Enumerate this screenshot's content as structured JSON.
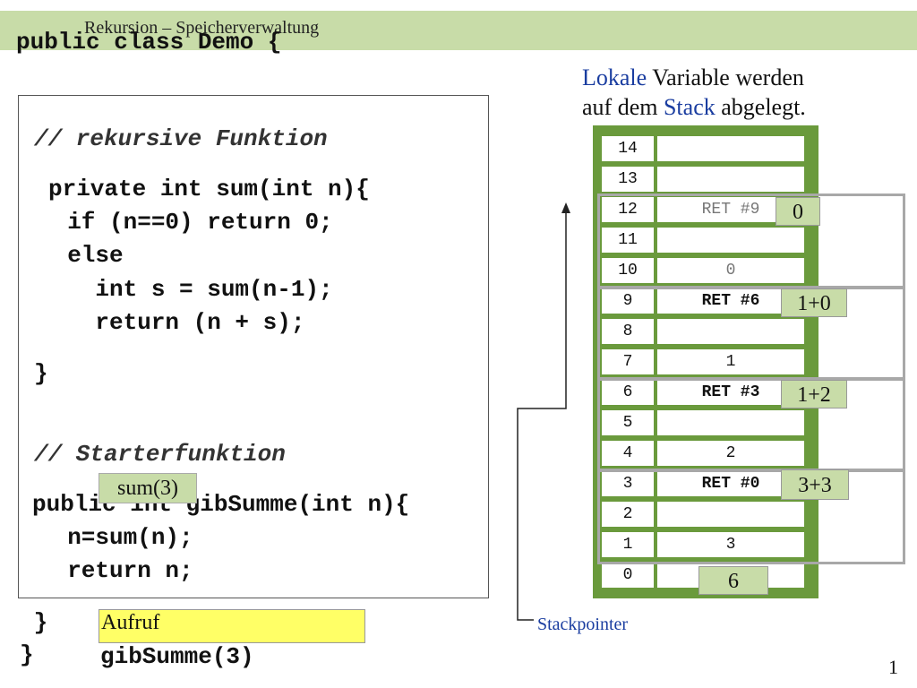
{
  "header": {
    "title": "Rekursion – Speicherverwaltung"
  },
  "code": {
    "class_line": "public class Demo {",
    "comment1": "// rekursive Funktion",
    "lines": [
      "private int sum(int n){",
      "  if (n==0) return 0;",
      "  else",
      "    int s = sum(n-1);",
      "    return (n + s);"
    ],
    "close1": "}",
    "comment2": "// Starterfunktion",
    "gib_line": "public int gibSumme(int n){",
    "gib_body1": "  n=sum(n);",
    "gib_body2": "  return n;",
    "close2": " }",
    "close3": "}"
  },
  "sum_label": "sum(3)",
  "aufruf": {
    "line1": "Aufruf",
    "line2": "gibSumme(3)"
  },
  "note": {
    "w_lokale": "Lokale",
    "w_variable": " Variable werden",
    "w_auf": "auf dem ",
    "w_stack": "Stack",
    "w_abgelegt": " abgelegt."
  },
  "stack": {
    "rows": [
      {
        "index": "14",
        "value": ""
      },
      {
        "index": "13",
        "value": ""
      },
      {
        "index": "12",
        "value": "RET #9"
      },
      {
        "index": "11",
        "value": ""
      },
      {
        "index": "10",
        "value": "0"
      },
      {
        "index": "9",
        "value": "RET #6"
      },
      {
        "index": "8",
        "value": ""
      },
      {
        "index": "7",
        "value": "1"
      },
      {
        "index": "6",
        "value": "RET #3"
      },
      {
        "index": "5",
        "value": ""
      },
      {
        "index": "4",
        "value": "2"
      },
      {
        "index": "3",
        "value": "RET #0"
      },
      {
        "index": "2",
        "value": ""
      },
      {
        "index": "1",
        "value": "3"
      },
      {
        "index": "0",
        "value": ""
      }
    ]
  },
  "results": {
    "r12": "0",
    "r9": "1+0",
    "r6": "1+2",
    "r3": "3+3",
    "final": "6"
  },
  "stackpointer_label": "Stackpointer",
  "page_number": "1"
}
